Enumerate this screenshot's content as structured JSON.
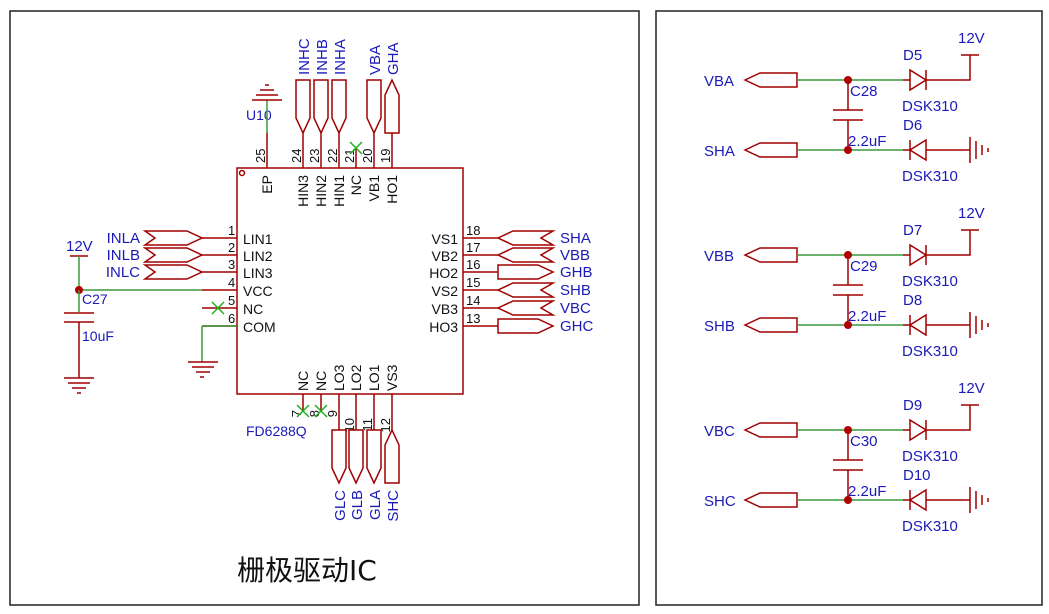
{
  "title": "栅极驱动IC",
  "ic": {
    "ref": "U10",
    "part": "FD6288Q",
    "left_pins": [
      {
        "num": "1",
        "name": "LIN1",
        "net": "INLA"
      },
      {
        "num": "2",
        "name": "LIN2",
        "net": "INLB"
      },
      {
        "num": "3",
        "name": "LIN3",
        "net": "INLC"
      },
      {
        "num": "4",
        "name": "VCC",
        "net": ""
      },
      {
        "num": "5",
        "name": "NC",
        "net": ""
      },
      {
        "num": "6",
        "name": "COM",
        "net": ""
      }
    ],
    "right_pins": [
      {
        "num": "18",
        "name": "VS1",
        "net": "SHA"
      },
      {
        "num": "17",
        "name": "VB2",
        "net": "VBB"
      },
      {
        "num": "16",
        "name": "HO2",
        "net": "GHB"
      },
      {
        "num": "15",
        "name": "VS2",
        "net": "SHB"
      },
      {
        "num": "14",
        "name": "VB3",
        "net": "VBC"
      },
      {
        "num": "13",
        "name": "HO3",
        "net": "GHC"
      }
    ],
    "top_pins": [
      {
        "num": "25",
        "name": "EP",
        "net": ""
      },
      {
        "num": "24",
        "name": "HIN3",
        "net": "INHC"
      },
      {
        "num": "23",
        "name": "HIN2",
        "net": "INHB"
      },
      {
        "num": "22",
        "name": "HIN1",
        "net": "INHA"
      },
      {
        "num": "21",
        "name": "NC",
        "net": ""
      },
      {
        "num": "20",
        "name": "VB1",
        "net": "VBA"
      },
      {
        "num": "19",
        "name": "HO1",
        "net": "GHA"
      }
    ],
    "bottom_pins": [
      {
        "num": "7",
        "name": "NC",
        "net": ""
      },
      {
        "num": "8",
        "name": "NC",
        "net": ""
      },
      {
        "num": "9",
        "name": "LO3",
        "net": "GLC"
      },
      {
        "num": "10",
        "name": "LO2",
        "net": "GLB"
      },
      {
        "num": "11",
        "name": "LO1",
        "net": "GLA"
      },
      {
        "num": "12",
        "name": "VS3",
        "net": "SHC"
      }
    ]
  },
  "vcc_supply": {
    "label": "12V",
    "cap_ref": "C27",
    "cap_value": "10uF"
  },
  "bootstrap": [
    {
      "vb_net": "VBA",
      "vs_net": "SHA",
      "cap_ref": "C28",
      "cap_value": "2.2uF",
      "diode_top_ref": "D5",
      "diode_top_part": "DSK310",
      "diode_bot_ref": "D6",
      "diode_bot_part": "DSK310",
      "supply": "12V"
    },
    {
      "vb_net": "VBB",
      "vs_net": "SHB",
      "cap_ref": "C29",
      "cap_value": "2.2uF",
      "diode_top_ref": "D7",
      "diode_top_part": "DSK310",
      "diode_bot_ref": "D8",
      "diode_bot_part": "DSK310",
      "supply": "12V"
    },
    {
      "vb_net": "VBC",
      "vs_net": "SHC",
      "cap_ref": "C30",
      "cap_value": "2.2uF",
      "diode_top_ref": "D9",
      "diode_top_part": "DSK310",
      "diode_bot_ref": "D10",
      "diode_bot_part": "DSK310",
      "supply": "12V"
    }
  ],
  "colors": {
    "wire": "#3a9a3a",
    "symbol": "#a10000",
    "label": "#1a1ab8",
    "noconnect": "#20b020"
  }
}
